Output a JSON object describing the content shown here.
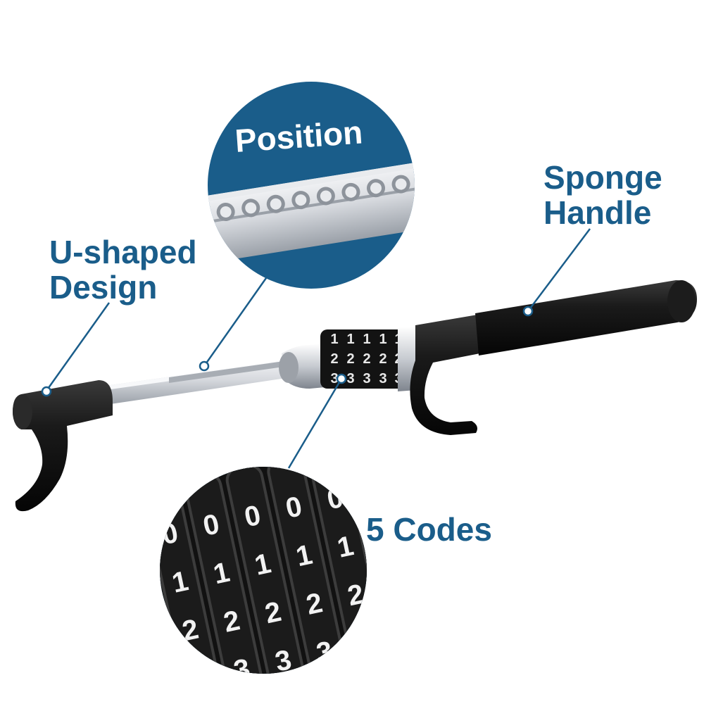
{
  "labels": {
    "u_shaped_line1": "U-shaped",
    "u_shaped_line2": "Design",
    "sponge_line1": "Sponge",
    "sponge_line2": "Handle",
    "position": "Position",
    "codes": "5 Codes"
  },
  "colors": {
    "accent_blue": "#1a5d8a",
    "lock_black": "#121212",
    "steel": "#c9ccd1",
    "background": "#ffffff"
  },
  "icons": {
    "callout_dot": "callout-dot-icon"
  }
}
